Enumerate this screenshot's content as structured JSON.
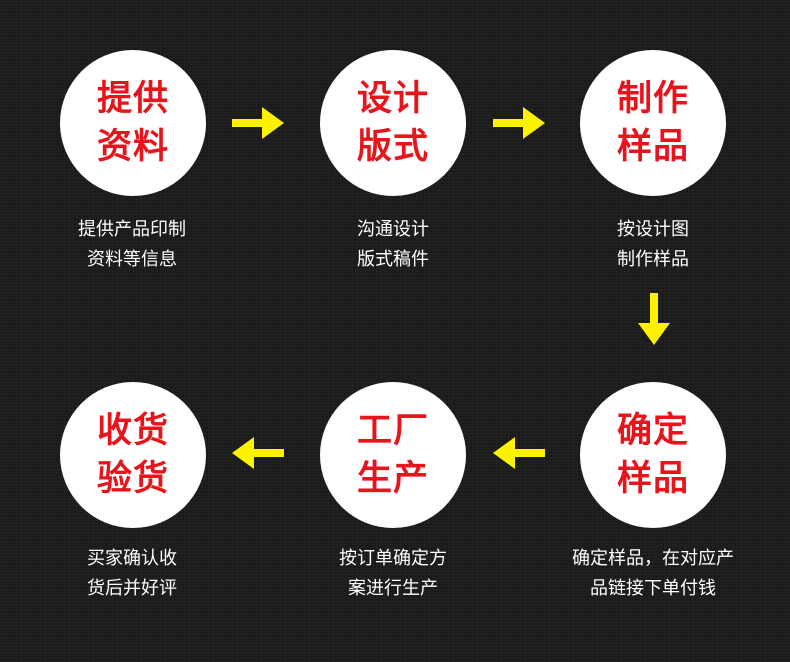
{
  "steps": [
    {
      "title_line1": "提供",
      "title_line2": "资料",
      "desc_line1": "提供产品印制",
      "desc_line2": "资料等信息"
    },
    {
      "title_line1": "设计",
      "title_line2": "版式",
      "desc_line1": "沟通设计",
      "desc_line2": "版式稿件"
    },
    {
      "title_line1": "制作",
      "title_line2": "样品",
      "desc_line1": "按设计图",
      "desc_line2": "制作样品"
    },
    {
      "title_line1": "确定",
      "title_line2": "样品",
      "desc_line1": "确定样品，在对应产",
      "desc_line2": "品链接下单付钱"
    },
    {
      "title_line1": "工厂",
      "title_line2": "生产",
      "desc_line1": "按订单确定方",
      "desc_line2": "案进行生产"
    },
    {
      "title_line1": "收货",
      "title_line2": "验货",
      "desc_line1": "买家确认收",
      "desc_line2": "货后并好评"
    }
  ],
  "colors": {
    "background": "#1c1c1c",
    "circle": "#ffffff",
    "title_text": "#e8141b",
    "arrow": "#fff200",
    "desc_text": "#ffffff"
  },
  "icons": {
    "arrow_right": "arrow-right-icon",
    "arrow_down": "arrow-down-icon",
    "arrow_left": "arrow-left-icon"
  }
}
